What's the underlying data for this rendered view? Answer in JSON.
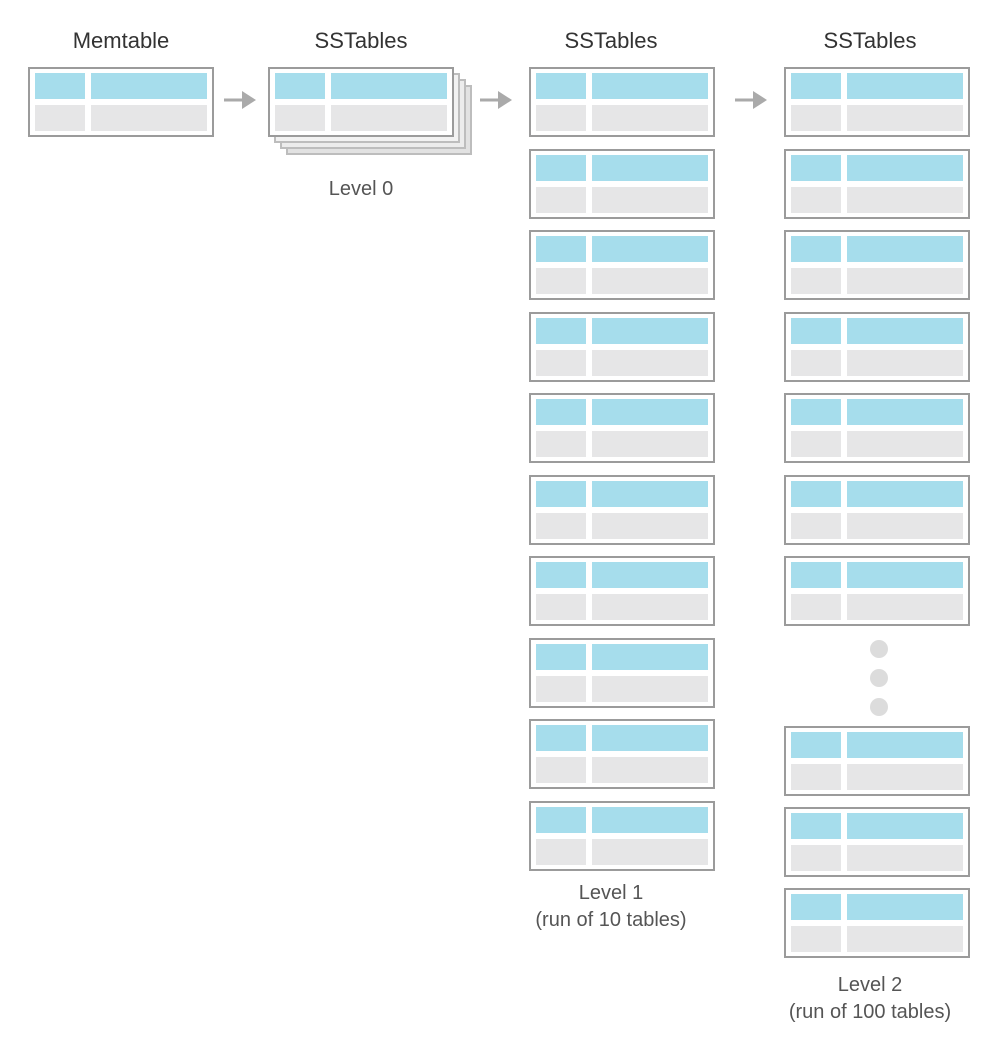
{
  "colors": {
    "key_color": "#a6ddec",
    "value_color": "#e6e6e7",
    "border": "#9b9b9b",
    "arrow": "#aaaaaa",
    "dot": "#dcdcdc"
  },
  "columns": {
    "memtable": {
      "title": "Memtable"
    },
    "level0": {
      "title": "SSTables",
      "caption_line1": "Level 0"
    },
    "level1": {
      "title": "SSTables",
      "caption_line1": "Level 1",
      "caption_line2": "(run of 10 tables)"
    },
    "level2": {
      "title": "SSTables",
      "caption_line1": "Level 2",
      "caption_line2": "(run of 100 tables)"
    }
  }
}
